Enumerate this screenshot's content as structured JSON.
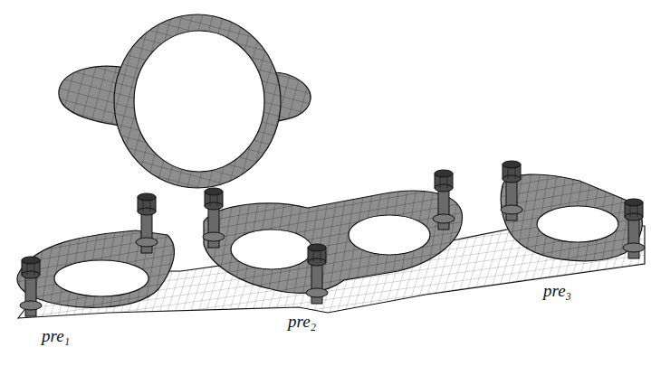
{
  "diagram": {
    "labels": [
      "pre₁",
      "pre₂",
      "pre₃"
    ]
  }
}
